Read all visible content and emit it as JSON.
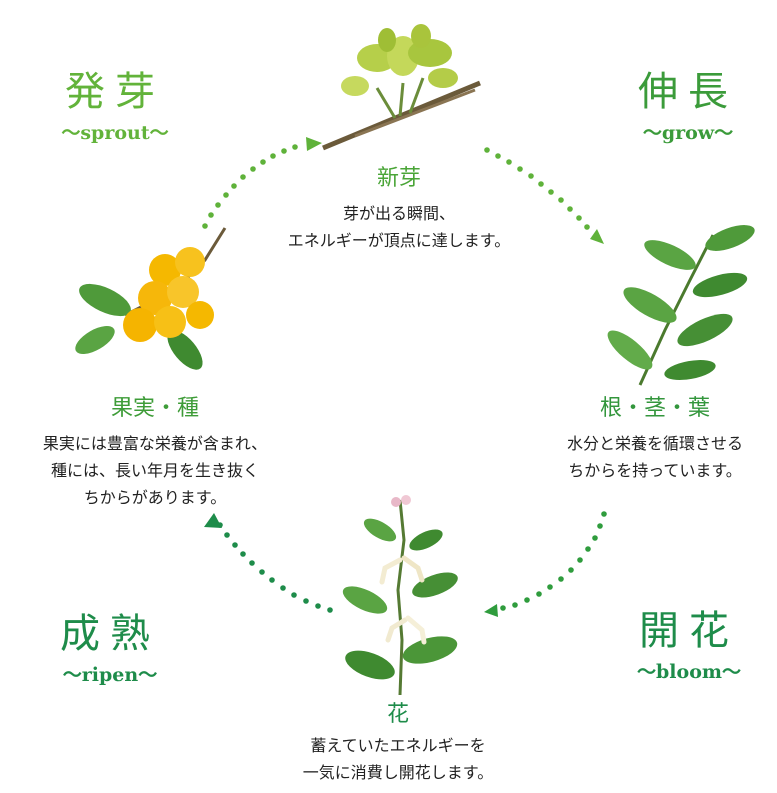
{
  "colors": {
    "light_green": "#62b33a",
    "mid_green": "#3b9b3a",
    "dark_green": "#1e8c4a"
  },
  "stages": {
    "sprout": {
      "title": "発芽",
      "sub": "〜sprout〜"
    },
    "grow": {
      "title": "伸長",
      "sub": "〜grow〜"
    },
    "bloom": {
      "title": "開花",
      "sub": "〜bloom〜"
    },
    "ripen": {
      "title": "成熟",
      "sub": "〜ripen〜"
    }
  },
  "plants": {
    "bud": {
      "name": "新芽",
      "lines": [
        "芽が出る瞬間、",
        "エネルギーが頂点に達します。"
      ],
      "icon": "bud-illustration"
    },
    "leaf": {
      "name": "根・茎・葉",
      "lines": [
        "水分と栄養を循環させる",
        "ちからを持っています。"
      ],
      "icon": "leaf-illustration"
    },
    "flower": {
      "name": "花",
      "lines": [
        "蓄えていたエネルギーを",
        "一気に消費し開花します。"
      ],
      "icon": "flower-illustration"
    },
    "fruit": {
      "name": "果実・種",
      "lines": [
        "果実には豊富な栄養が含まれ、",
        "種には、長い年月を生き抜く",
        "ちからがあります。"
      ],
      "icon": "fruit-illustration"
    }
  }
}
